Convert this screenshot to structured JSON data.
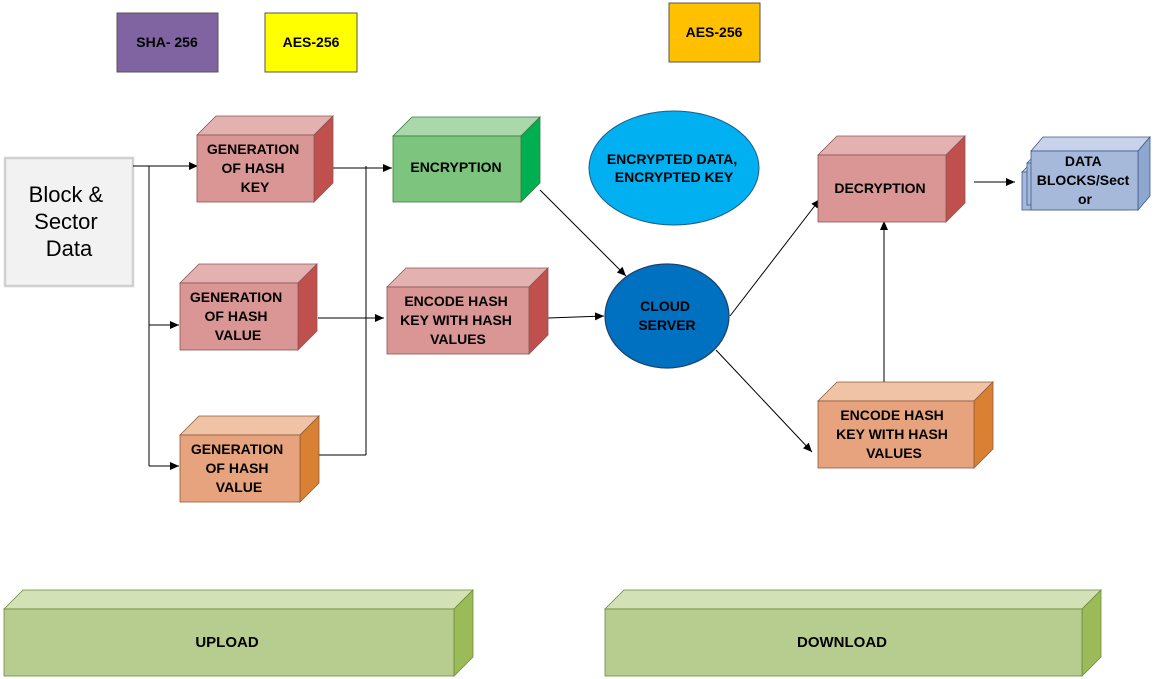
{
  "legend": {
    "sha256": {
      "label": "SHA- 256",
      "color": "#8064a2"
    },
    "aes256_yellow": {
      "label": "AES-256",
      "color": "#ffff00"
    },
    "aes256_orange": {
      "label": "AES-256",
      "color": "#ffc000"
    }
  },
  "input": {
    "lines": [
      "Block &",
      "Sector",
      "Data"
    ]
  },
  "upload_flow": {
    "hash_key": {
      "lines": [
        "GENERATION",
        "OF HASH",
        "KEY"
      ],
      "color": "#d99694"
    },
    "hash_value_1": {
      "lines": [
        "GENERATION",
        "OF HASH",
        "VALUE"
      ],
      "color": "#d99694"
    },
    "hash_value_2": {
      "lines": [
        "GENERATION",
        "OF HASH",
        "VALUE"
      ],
      "color": "#e6a37d"
    },
    "encryption": {
      "lines": [
        "ENCRYPTION"
      ],
      "color": "#7dc47f"
    },
    "encode_upload": {
      "lines": [
        "ENCODE HASH",
        "KEY WITH HASH",
        "VALUES"
      ],
      "color": "#d99694"
    }
  },
  "cloud": {
    "encrypted_data": {
      "lines": [
        "ENCRYPTED DATA,",
        "ENCRYPTED KEY"
      ],
      "color": "#00b0f0"
    },
    "server": {
      "lines": [
        "CLOUD",
        "SERVER"
      ],
      "color": "#0070c0"
    }
  },
  "download_flow": {
    "encode_download": {
      "lines": [
        "ENCODE HASH",
        "KEY WITH HASH",
        "VALUES"
      ],
      "color": "#e6a37d"
    },
    "decryption": {
      "lines": [
        "DECRYPTION"
      ],
      "color": "#d99694"
    },
    "data_blocks": {
      "lines": [
        "DATA",
        "BLOCKS/Sect",
        "or"
      ],
      "color": "#a6b9db"
    }
  },
  "phases": {
    "upload": {
      "label": "UPLOAD",
      "color": "#b7cd8f"
    },
    "download": {
      "label": "DOWNLOAD",
      "color": "#b7cd8f"
    }
  }
}
